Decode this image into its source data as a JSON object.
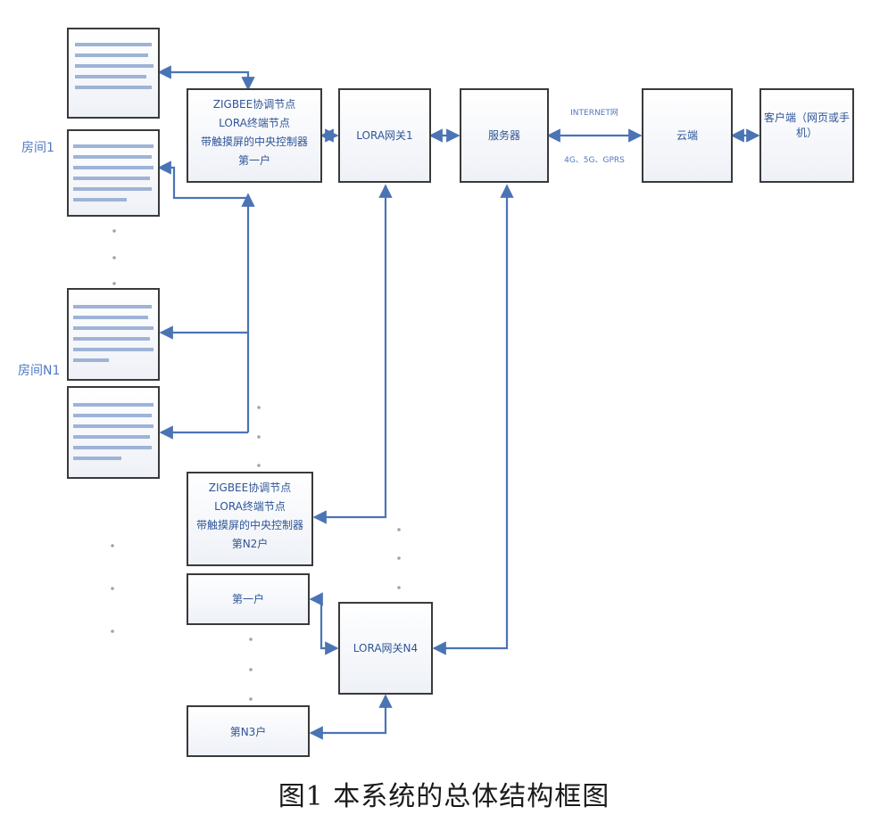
{
  "diagram": {
    "room_labels": {
      "room_1": "房间1",
      "room_n1": "房间N1"
    },
    "nodes": {
      "controller_top": [
        "ZIGBEE协调节点",
        "LORA终端节点",
        "带触摸屏的中央控制器",
        "第一户"
      ],
      "controller_mid": [
        "ZIGBEE协调节点",
        "LORA终端节点",
        "带触摸屏的中央控制器",
        "第N2户"
      ],
      "gateway_1": "LORA网关1",
      "gateway_n4": "LORA网关N4",
      "server": "服务器",
      "cloud": "云端",
      "client": "客户端（网页或手机）",
      "house_first": "第一户",
      "house_n3": "第N3户"
    },
    "link_labels": {
      "internet": "INTERNET网",
      "mobile": "4G、5G、GPRS"
    }
  },
  "caption": "图1  本系统的总体结构框图"
}
